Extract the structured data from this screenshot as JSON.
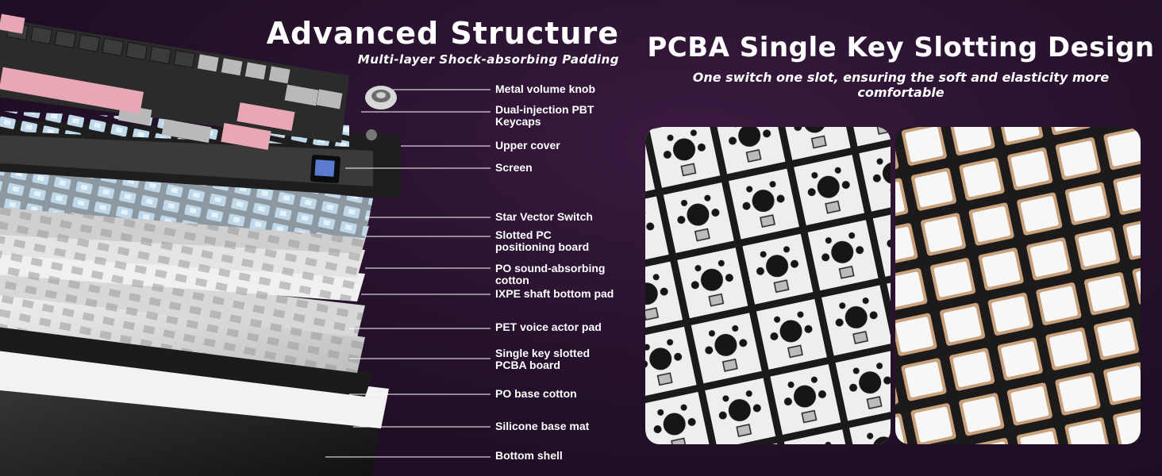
{
  "left_section": {
    "title": "Advanced Structure",
    "subtitle": "Multi-layer Shock-absorbing Padding"
  },
  "right_section": {
    "title": "PCBA Single Key Slotting Design",
    "subtitle": "One switch one slot, ensuring the soft and elasticity more comfortable"
  },
  "callouts": [
    "Metal volume knob",
    "Dual-injection PBT\nKeycaps",
    "Upper cover",
    "Screen",
    "Star Vector Switch",
    "Slotted PC\npositioning board",
    "PO sound-absorbing\ncotton",
    "IXPE shaft bottom pad",
    "PET voice actor pad",
    "Single key slotted\nPCBA board",
    "PO base cotton",
    "Silicone base mat",
    "Bottom shell"
  ],
  "colors": {
    "background": "#23102a",
    "keycap_pink": "#e8a7b4",
    "keycap_dark": "#2b2b2b",
    "keycap_grey": "#b9b9b9",
    "switch_blue": "#bfd9ea",
    "plate_white": "#e6e6e6",
    "pcb_white": "#f2f2f2",
    "slot_frame": "#c9a17c"
  }
}
